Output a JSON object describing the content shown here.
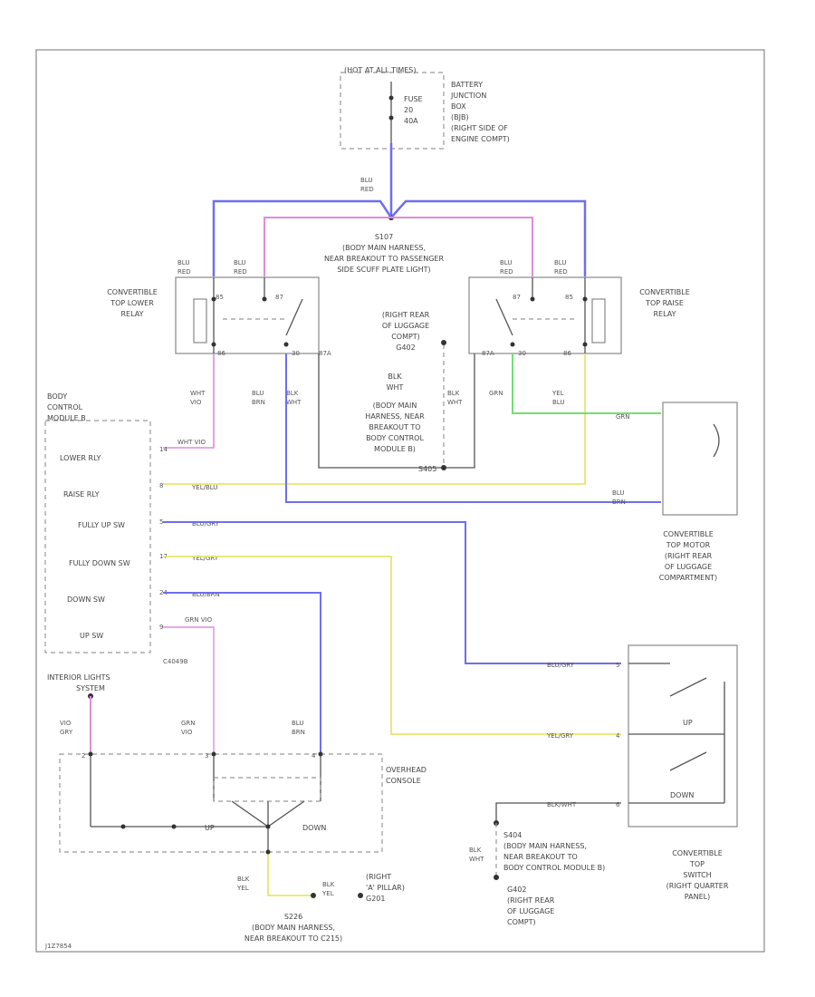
{
  "fuse_box": {
    "hot": "(HOT AT ALL TIMES)",
    "fuse": [
      "FUSE",
      "20",
      "40A"
    ],
    "desc": [
      "BATTERY",
      "JUNCTION",
      "BOX",
      "(BJB)",
      "(RIGHT SIDE OF",
      "ENGINE COMPT)"
    ]
  },
  "wire_top": [
    "BLU",
    "RED"
  ],
  "splice_top": [
    "S107",
    "(BODY MAIN HARNESS,",
    "NEAR BREAKOUT TO PASSENGER",
    "SIDE SCUFF PLATE LIGHT)"
  ],
  "lower_relay": {
    "label": [
      "CONVERTIBLE",
      "TOP LOWER",
      "RELAY"
    ],
    "w1": [
      "BLU",
      "RED"
    ],
    "w2": [
      "BLU",
      "RED"
    ],
    "pins": [
      "85",
      "87",
      "30",
      "87A",
      "86"
    ]
  },
  "raise_relay": {
    "label": [
      "CONVERTIBLE",
      "TOP RAISE",
      "RELAY"
    ],
    "w1": [
      "BLU",
      "RED"
    ],
    "w2": [
      "BLU",
      "RED"
    ],
    "pins": [
      "87",
      "85",
      "87A",
      "30",
      "86"
    ]
  },
  "ground_right_rear": [
    "(RIGHT REAR",
    "OF LUGGAGE",
    "COMPT)",
    "G402"
  ],
  "splice_mid": [
    "BLK",
    "WHT",
    "(BODY MAIN",
    "HARNESS, NEAR",
    "BREAKOUT TO",
    "BODY CONTROL",
    "MODULE B)",
    "S405"
  ],
  "mid_wires": {
    "w1": [
      "WHT",
      "VIO"
    ],
    "w2": [
      "BLU",
      "BRN"
    ],
    "w3": [
      "BLK",
      "WHT"
    ],
    "w4": [
      "BLK",
      "WHT"
    ],
    "w5": [
      "GRN"
    ],
    "w6": [
      "YEL",
      "BLU"
    ]
  },
  "bcm": {
    "title": [
      "BODY",
      "CONTROL",
      "MODULE B"
    ],
    "rows": [
      "LOWER RLY",
      "RAISE RLY",
      "FULLY UP SW",
      "FULLY DOWN SW",
      "DOWN SW",
      "UP SW"
    ],
    "pins": [
      "14",
      "8",
      "5",
      "17",
      "24",
      "9"
    ],
    "wires": [
      "WHT VIO",
      "YEL/BLU",
      "BLU/GRY",
      "YEL/GRY",
      "BLU/BRN",
      "GRN VIO"
    ],
    "connector": "C4049B"
  },
  "motor": {
    "label": [
      "CONVERTIBLE",
      "TOP MOTOR",
      "(RIGHT REAR",
      "OF LUGGAGE",
      "COMPARTMENT)"
    ],
    "w1": "GRN",
    "w2": [
      "BLU",
      "BRN"
    ]
  },
  "switch": {
    "label": [
      "CONVERTIBLE",
      "TOP",
      "SWITCH",
      "(RIGHT QUARTER",
      "PANEL)"
    ],
    "w1": "BLU/GRY",
    "w2": "YEL/GRY",
    "w3": "BLK/WHT",
    "pins": [
      "5",
      "4",
      "6"
    ],
    "up": "UP",
    "down": "DOWN"
  },
  "interior_lights": [
    "INTERIOR LIGHTS",
    "SYSTEM"
  ],
  "overhead": {
    "label": [
      "OVERHEAD",
      "CONSOLE"
    ],
    "w1": [
      "VIO",
      "GRY"
    ],
    "w2": [
      "GRN",
      "VIO"
    ],
    "w3": [
      "BLU",
      "BRN"
    ],
    "up": "UP",
    "down": "DOWN",
    "pins": [
      "2",
      "3",
      "4"
    ]
  },
  "bottom_splice": [
    "S226",
    "(BODY MAIN HARNESS,",
    "NEAR BREAKOUT TO C215)"
  ],
  "bottom_wires": {
    "w1": [
      "BLK",
      "YEL"
    ],
    "w2": [
      "BLK",
      "YEL"
    ]
  },
  "ground_pillar": [
    "(RIGHT",
    "'A' PILLAR)",
    "G201"
  ],
  "splice_bottom_right": [
    "S404",
    "(BODY MAIN HARNESS,",
    "NEAR BREAKOUT TO",
    "BODY CONTROL MODULE B)",
    "G402",
    "(RIGHT REAR",
    "OF LUGGAGE",
    "COMPT)"
  ],
  "bottom_right_wire": [
    "BLK",
    "WHT"
  ],
  "footer": "J1Z7854",
  "colors": {
    "blue": "#6e6ef0",
    "violet": "#e08ae0",
    "yellow": "#e6e670",
    "green": "#70e070",
    "wire": "#555555"
  }
}
